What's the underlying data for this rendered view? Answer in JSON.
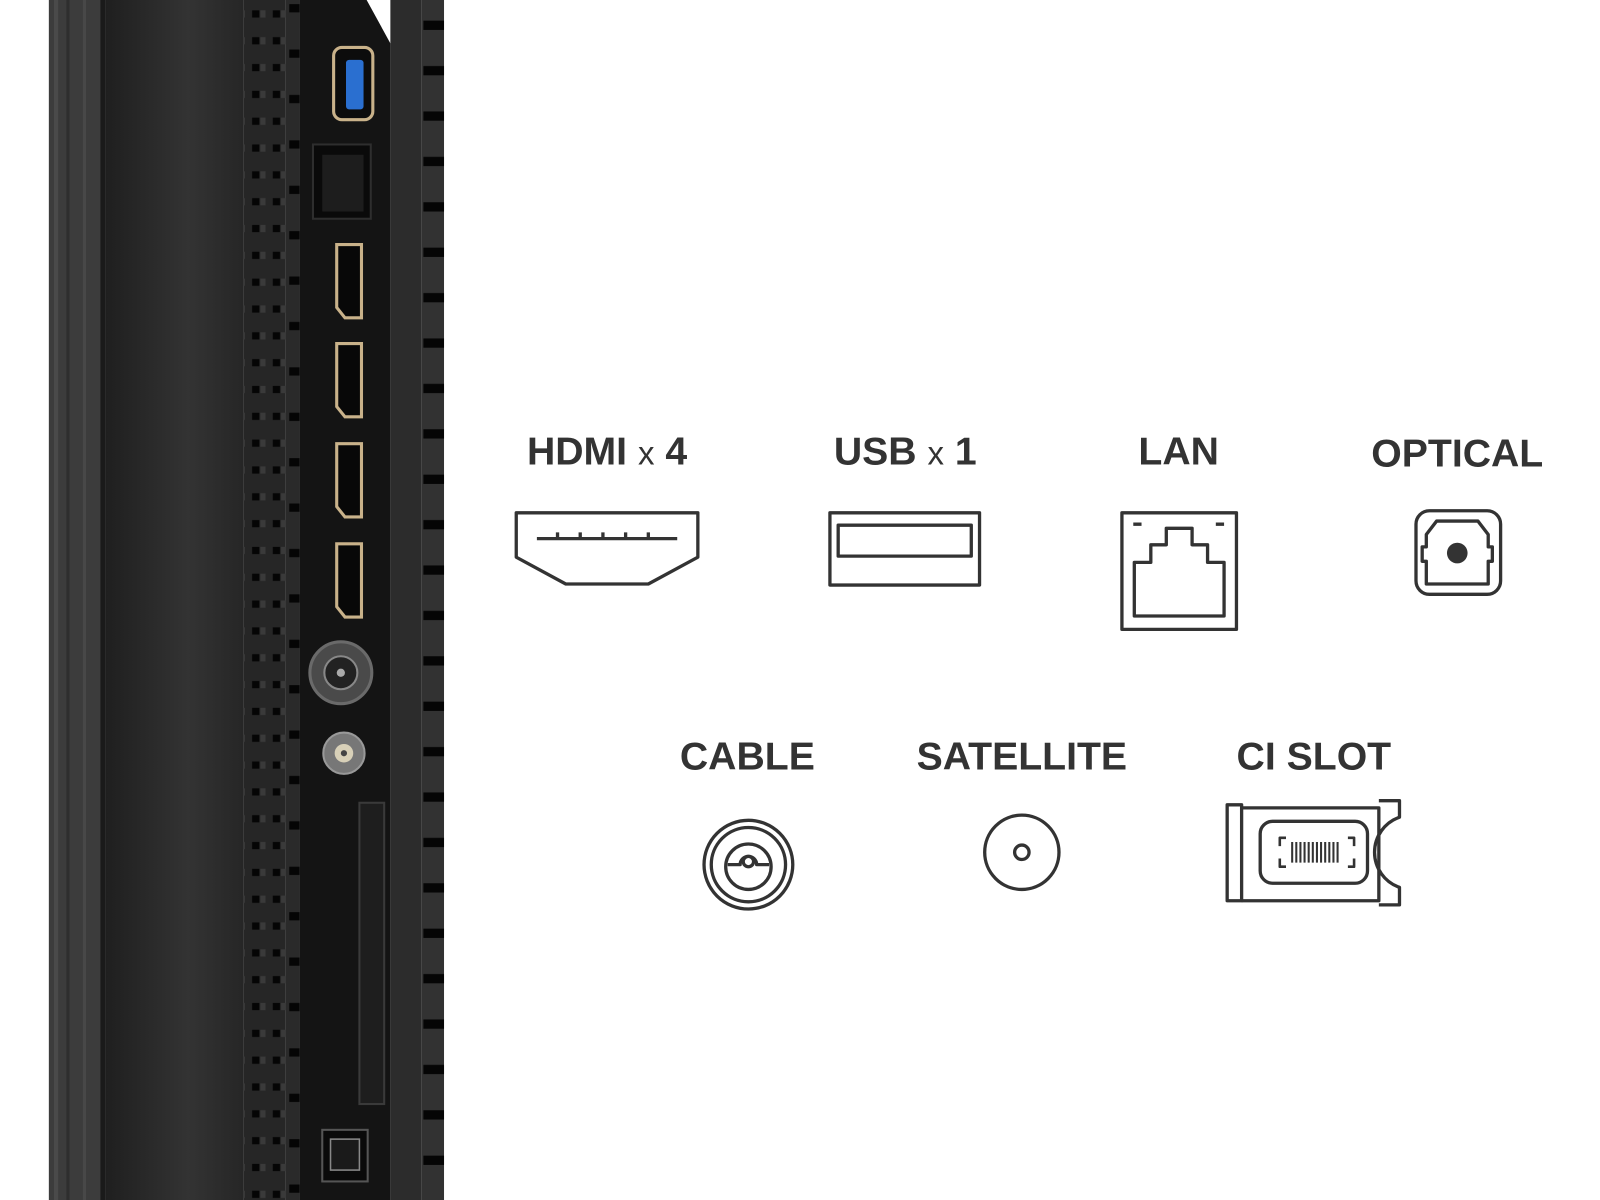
{
  "connectors": [
    {
      "id": "hdmi",
      "name": "HDMI",
      "multiplier": "x",
      "count": "4"
    },
    {
      "id": "usb",
      "name": "USB",
      "multiplier": "x",
      "count": "1"
    },
    {
      "id": "lan",
      "name": "LAN"
    },
    {
      "id": "optical",
      "name": "OPTICAL"
    },
    {
      "id": "cable",
      "name": "CABLE"
    },
    {
      "id": "satellite",
      "name": "SATELLITE"
    },
    {
      "id": "ci",
      "name": "CI SLOT"
    }
  ],
  "colors": {
    "icon": "#333333",
    "panel": "#141414",
    "usb_blue": "#2a6fd0",
    "gold": "#c9b28a"
  }
}
